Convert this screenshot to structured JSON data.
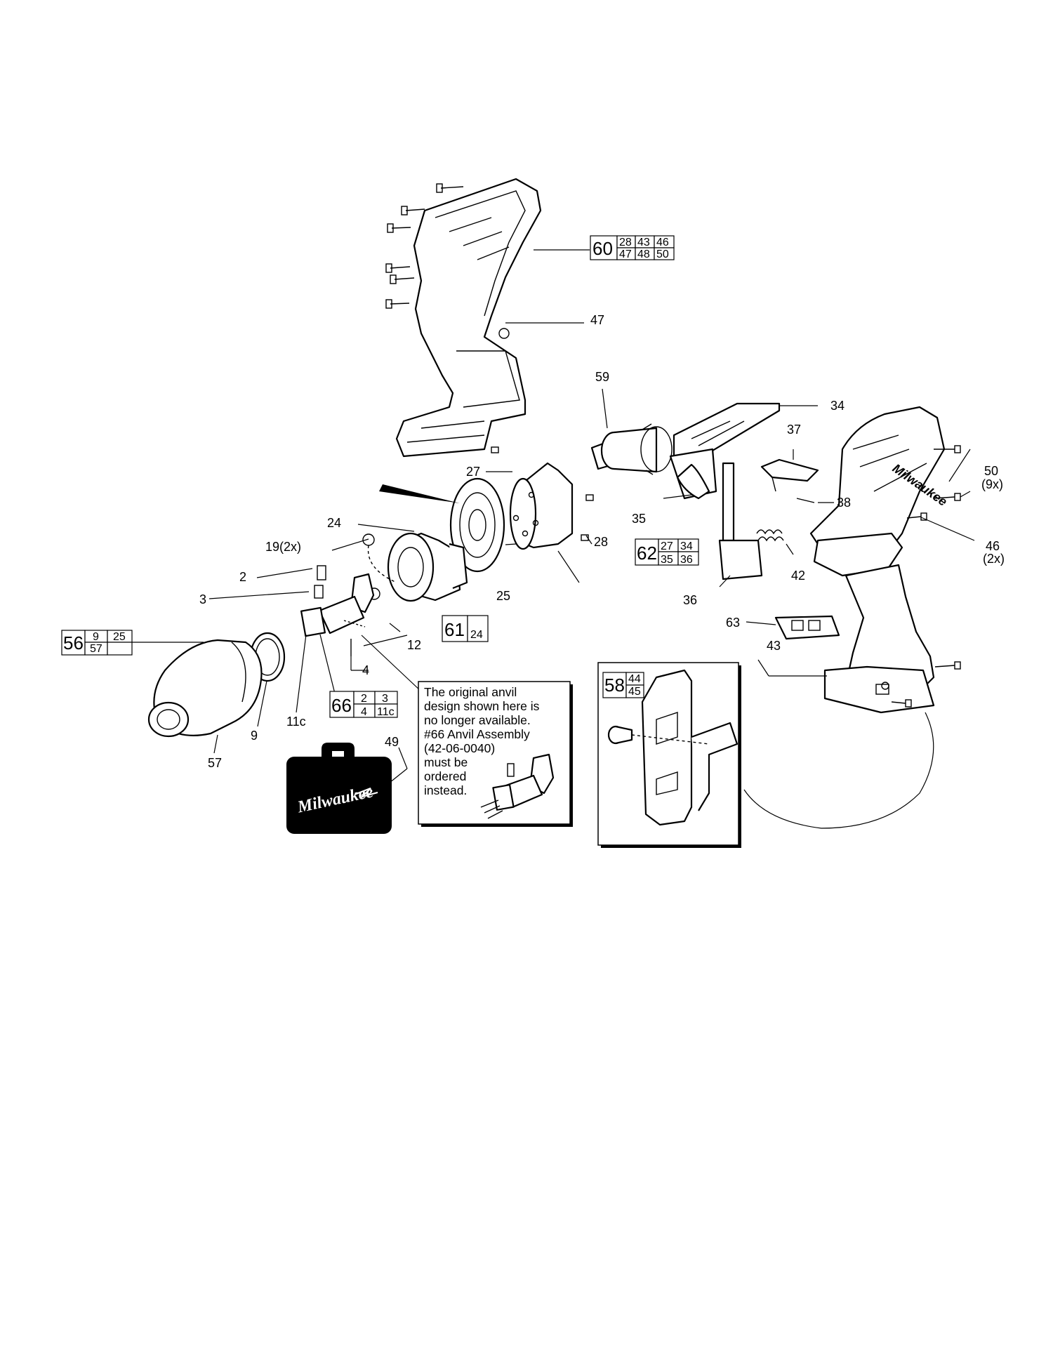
{
  "callouts": [
    {
      "id": "c47",
      "text": "47"
    },
    {
      "id": "c59",
      "text": "59"
    },
    {
      "id": "c34",
      "text": "34"
    },
    {
      "id": "c37",
      "text": "37"
    },
    {
      "id": "c27",
      "text": "27"
    },
    {
      "id": "c50",
      "text": "50"
    },
    {
      "id": "c50q",
      "text": "(9x)"
    },
    {
      "id": "c38",
      "text": "38"
    },
    {
      "id": "c35",
      "text": "35"
    },
    {
      "id": "c24",
      "text": "24"
    },
    {
      "id": "c28",
      "text": "28"
    },
    {
      "id": "c46",
      "text": "46"
    },
    {
      "id": "c46q",
      "text": "(2x)"
    },
    {
      "id": "c19",
      "text": "19(2x)"
    },
    {
      "id": "c42",
      "text": "42"
    },
    {
      "id": "c2",
      "text": "2"
    },
    {
      "id": "c25",
      "text": "25"
    },
    {
      "id": "c36",
      "text": "36"
    },
    {
      "id": "c3",
      "text": "3"
    },
    {
      "id": "c63",
      "text": "63"
    },
    {
      "id": "c43",
      "text": "43"
    },
    {
      "id": "c12",
      "text": "12"
    },
    {
      "id": "c4",
      "text": "4"
    },
    {
      "id": "c44",
      "text": "44"
    },
    {
      "id": "c11c",
      "text": "11c"
    },
    {
      "id": "c9",
      "text": "9"
    },
    {
      "id": "c57",
      "text": "57"
    },
    {
      "id": "c49",
      "text": "49"
    },
    {
      "id": "c45",
      "text": "45"
    }
  ],
  "kits": {
    "k60": {
      "num": "60",
      "cells": [
        "28",
        "43",
        "46",
        "47",
        "48",
        "50"
      ]
    },
    "k62": {
      "num": "62",
      "cells": [
        "27",
        "34",
        "35",
        "36"
      ]
    },
    "k61": {
      "num": "61",
      "cells": [
        "24"
      ]
    },
    "k56": {
      "num": "56",
      "cells": [
        "9",
        "25",
        "57",
        ""
      ]
    },
    "k66": {
      "num": "66",
      "cells": [
        "2",
        "3",
        "4",
        "11c"
      ]
    },
    "k58": {
      "num": "58",
      "cells": [
        "44",
        "45"
      ]
    }
  },
  "note": {
    "lines": [
      "The original anvil",
      "design shown here is",
      "no longer available.",
      "#66 Anvil Assembly",
      "(42-06-0040)",
      "must be",
      "ordered",
      "instead."
    ]
  },
  "brand": {
    "case_logo": "Milwaukee",
    "housing_logo": "Milwaukee"
  },
  "colors": {
    "ink": "#000000",
    "paper": "#ffffff"
  }
}
